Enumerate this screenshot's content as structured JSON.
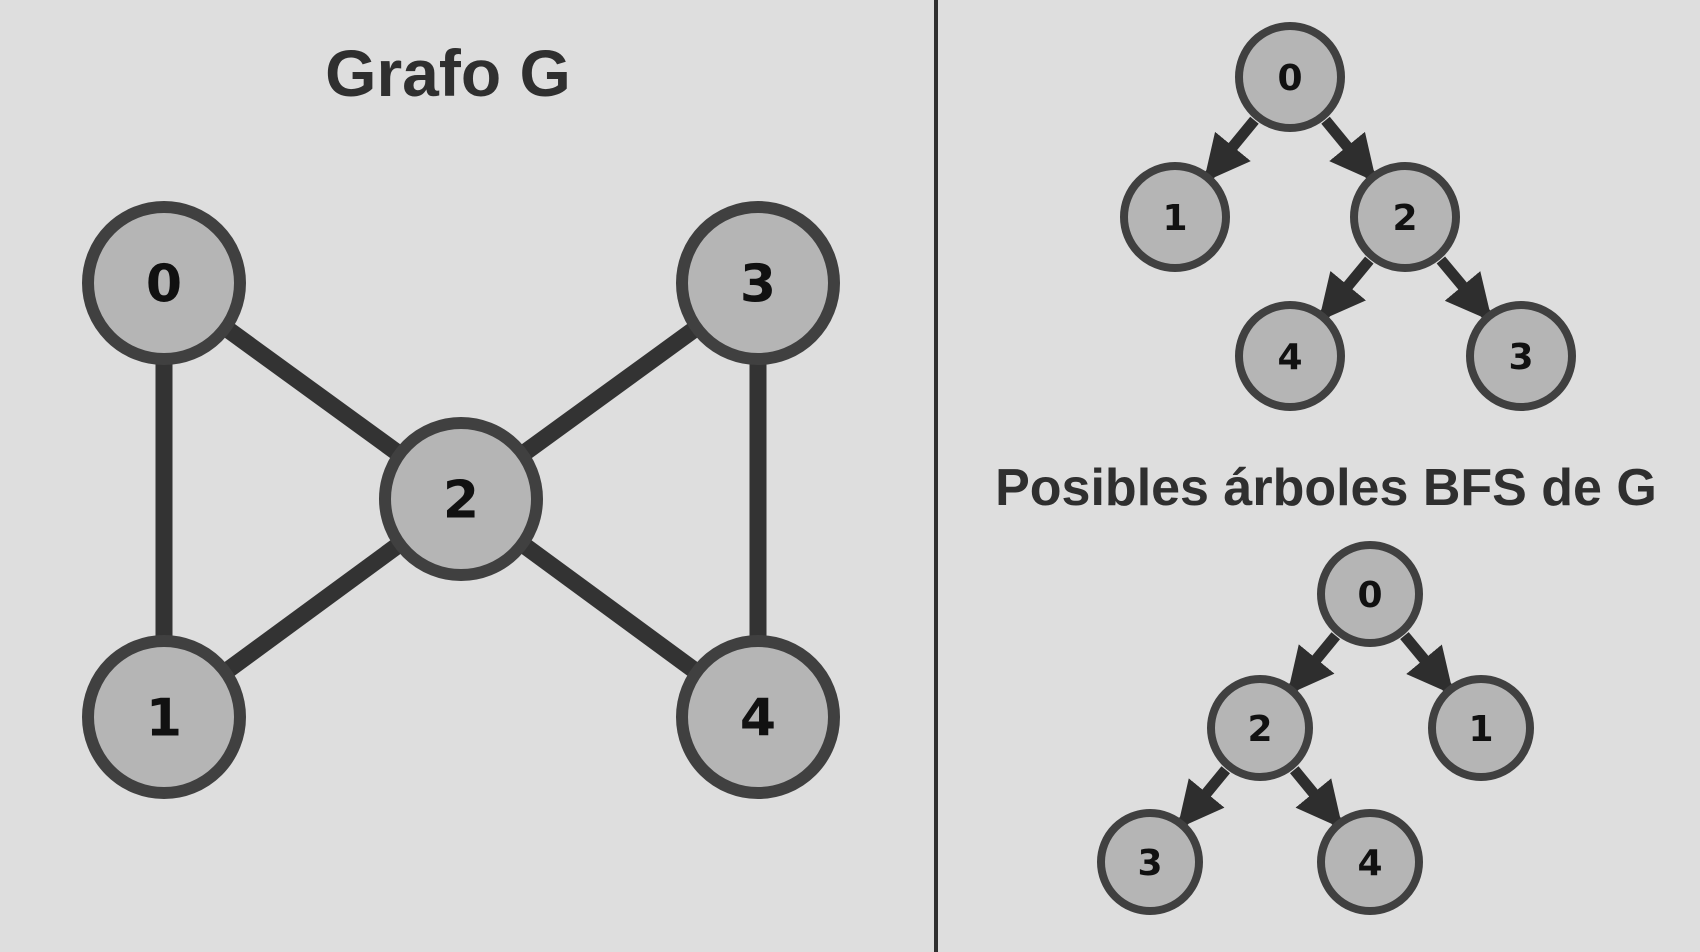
{
  "colors": {
    "background": "#dedede",
    "node_fill": "#b5b5b5",
    "node_stroke": "#404040",
    "edge": "#333333",
    "text": "#2f2f2f",
    "divider": "#2f2f2f"
  },
  "graph": {
    "title": "Grafo G",
    "nodes": [
      "0",
      "1",
      "2",
      "3",
      "4"
    ],
    "edges": [
      [
        "0",
        "1"
      ],
      [
        "0",
        "2"
      ],
      [
        "1",
        "2"
      ],
      [
        "2",
        "3"
      ],
      [
        "2",
        "4"
      ],
      [
        "3",
        "4"
      ]
    ]
  },
  "bfs_section": {
    "title": "Posibles árboles BFS de G",
    "trees": [
      {
        "root": "0",
        "edges": [
          [
            "0",
            "1"
          ],
          [
            "0",
            "2"
          ],
          [
            "2",
            "4"
          ],
          [
            "2",
            "3"
          ]
        ]
      },
      {
        "root": "0",
        "edges": [
          [
            "0",
            "2"
          ],
          [
            "0",
            "1"
          ],
          [
            "2",
            "3"
          ],
          [
            "2",
            "4"
          ]
        ]
      }
    ]
  }
}
